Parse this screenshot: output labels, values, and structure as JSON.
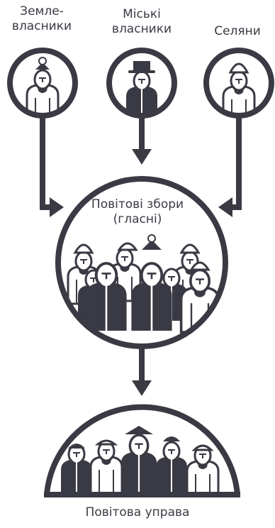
{
  "colors": {
    "ink": "#3a3a44",
    "paper": "#ffffff"
  },
  "labels": {
    "landowners": "Земле-\nвласники",
    "citizens": "Міські\nвласники",
    "peasants": "Селяни",
    "assembly": "Повітові збори\n(гласні)",
    "board": "Повітова управа"
  }
}
